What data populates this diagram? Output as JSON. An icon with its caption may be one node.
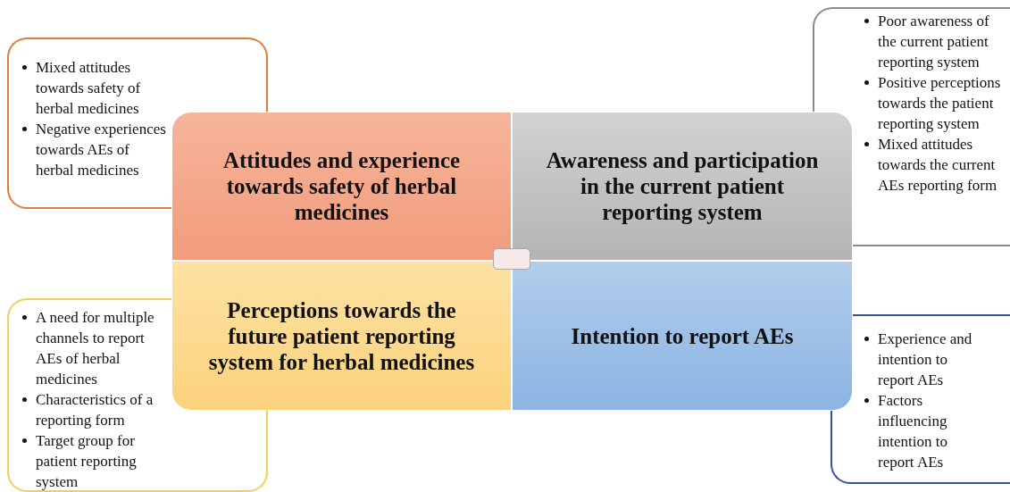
{
  "diagram": {
    "nodes": [
      {
        "text": [
          "Attitudes and experience towards safety of herbal medicines"
        ]
      },
      {
        "text": [
          "Awareness and participation in the current patient reporting system"
        ]
      },
      {
        "text": [
          "Perceptions towards the future patient reporting system for herbal medicines"
        ]
      },
      {
        "text": [
          "Intention to report AEs"
        ]
      },
      {
        "text": [
          "Mixed attitudes towards safety of herbal medicines",
          "Negative experiences towards AEs of herbal medicines"
        ]
      },
      {
        "text": [
          "Poor awareness of the current patient reporting system",
          "Positive perceptions towards the patient reporting system",
          "Mixed attitudes towards the current AEs reporting form"
        ]
      },
      {
        "text": [
          "A need for multiple channels to report AEs of herbal medicines",
          "Characteristics of a reporting form",
          "Target group for patient reporting system"
        ]
      },
      {
        "text": [
          "Experience and intention to report AEs",
          "Factors influencing intention to report AEs"
        ]
      },
      {
        "text": [],
        "shape": "box"
      }
    ]
  }
}
